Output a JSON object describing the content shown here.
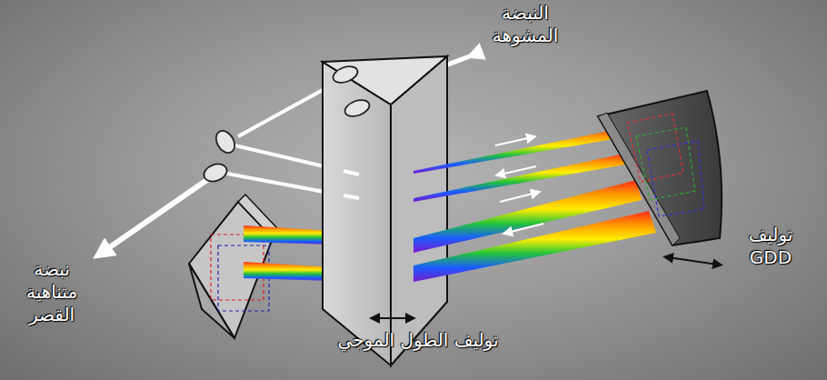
{
  "diagram": {
    "labels": [
      "النبضة المشوهة",
      "نبضة متناهية القصر",
      "توليف الطول الموجي",
      "توليف GDD"
    ]
  }
}
